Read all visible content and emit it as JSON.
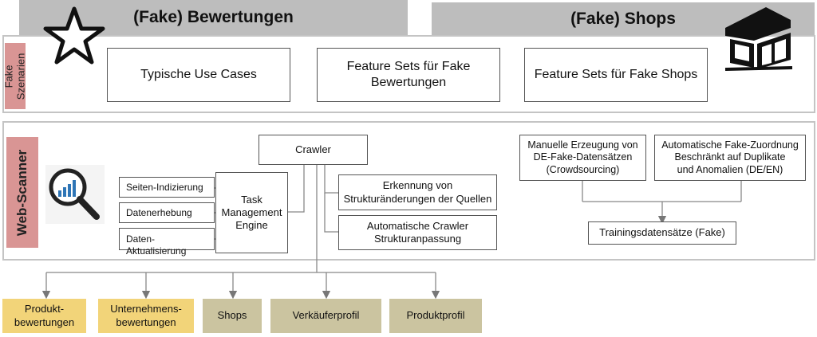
{
  "headers": {
    "bewertungen": "(Fake) Bewertungen",
    "shops": "(Fake) Shops"
  },
  "fake_szenarien": {
    "label": "Fake\nSzenarien",
    "boxes": [
      "Typische Use Cases",
      "Feature Sets für Fake\nBewertungen",
      "Feature Sets für Fake Shops"
    ]
  },
  "web_scanner": {
    "label": "Web-Scanner",
    "crawler": "Crawler",
    "task_engine": "Task\nManagement\nEngine",
    "tasks": [
      "Seiten-Indizierung",
      "Datenerhebung",
      "Daten-Aktualisierung"
    ],
    "crawler_features": [
      "Erkennung von\nStrukturänderungen der Quellen",
      "Automatische Crawler\nStrukturanpassung"
    ],
    "manual": "Manuelle Erzeugung von\nDE-Fake-Datensätzen\n(Crowdsourcing)",
    "automatic": "Automatische Fake-Zuordnung\nBeschränkt auf Duplikate\nund Anomalien (DE/EN)",
    "training": "Trainingsdatensätze (Fake)"
  },
  "outputs": [
    {
      "label": "Produkt-\nbewertungen",
      "color": "#f2d479"
    },
    {
      "label": "Unternehmens-\nbewertungen",
      "color": "#f2d479"
    },
    {
      "label": "Shops",
      "color": "#cbc4a0"
    },
    {
      "label": "Verkäuferprofil",
      "color": "#cbc4a0"
    },
    {
      "label": "Produktprofil",
      "color": "#cbc4a0"
    }
  ],
  "icons": {
    "star": "star-icon",
    "shop": "shop-icon",
    "magnifier": "magnifier-chart-icon"
  }
}
